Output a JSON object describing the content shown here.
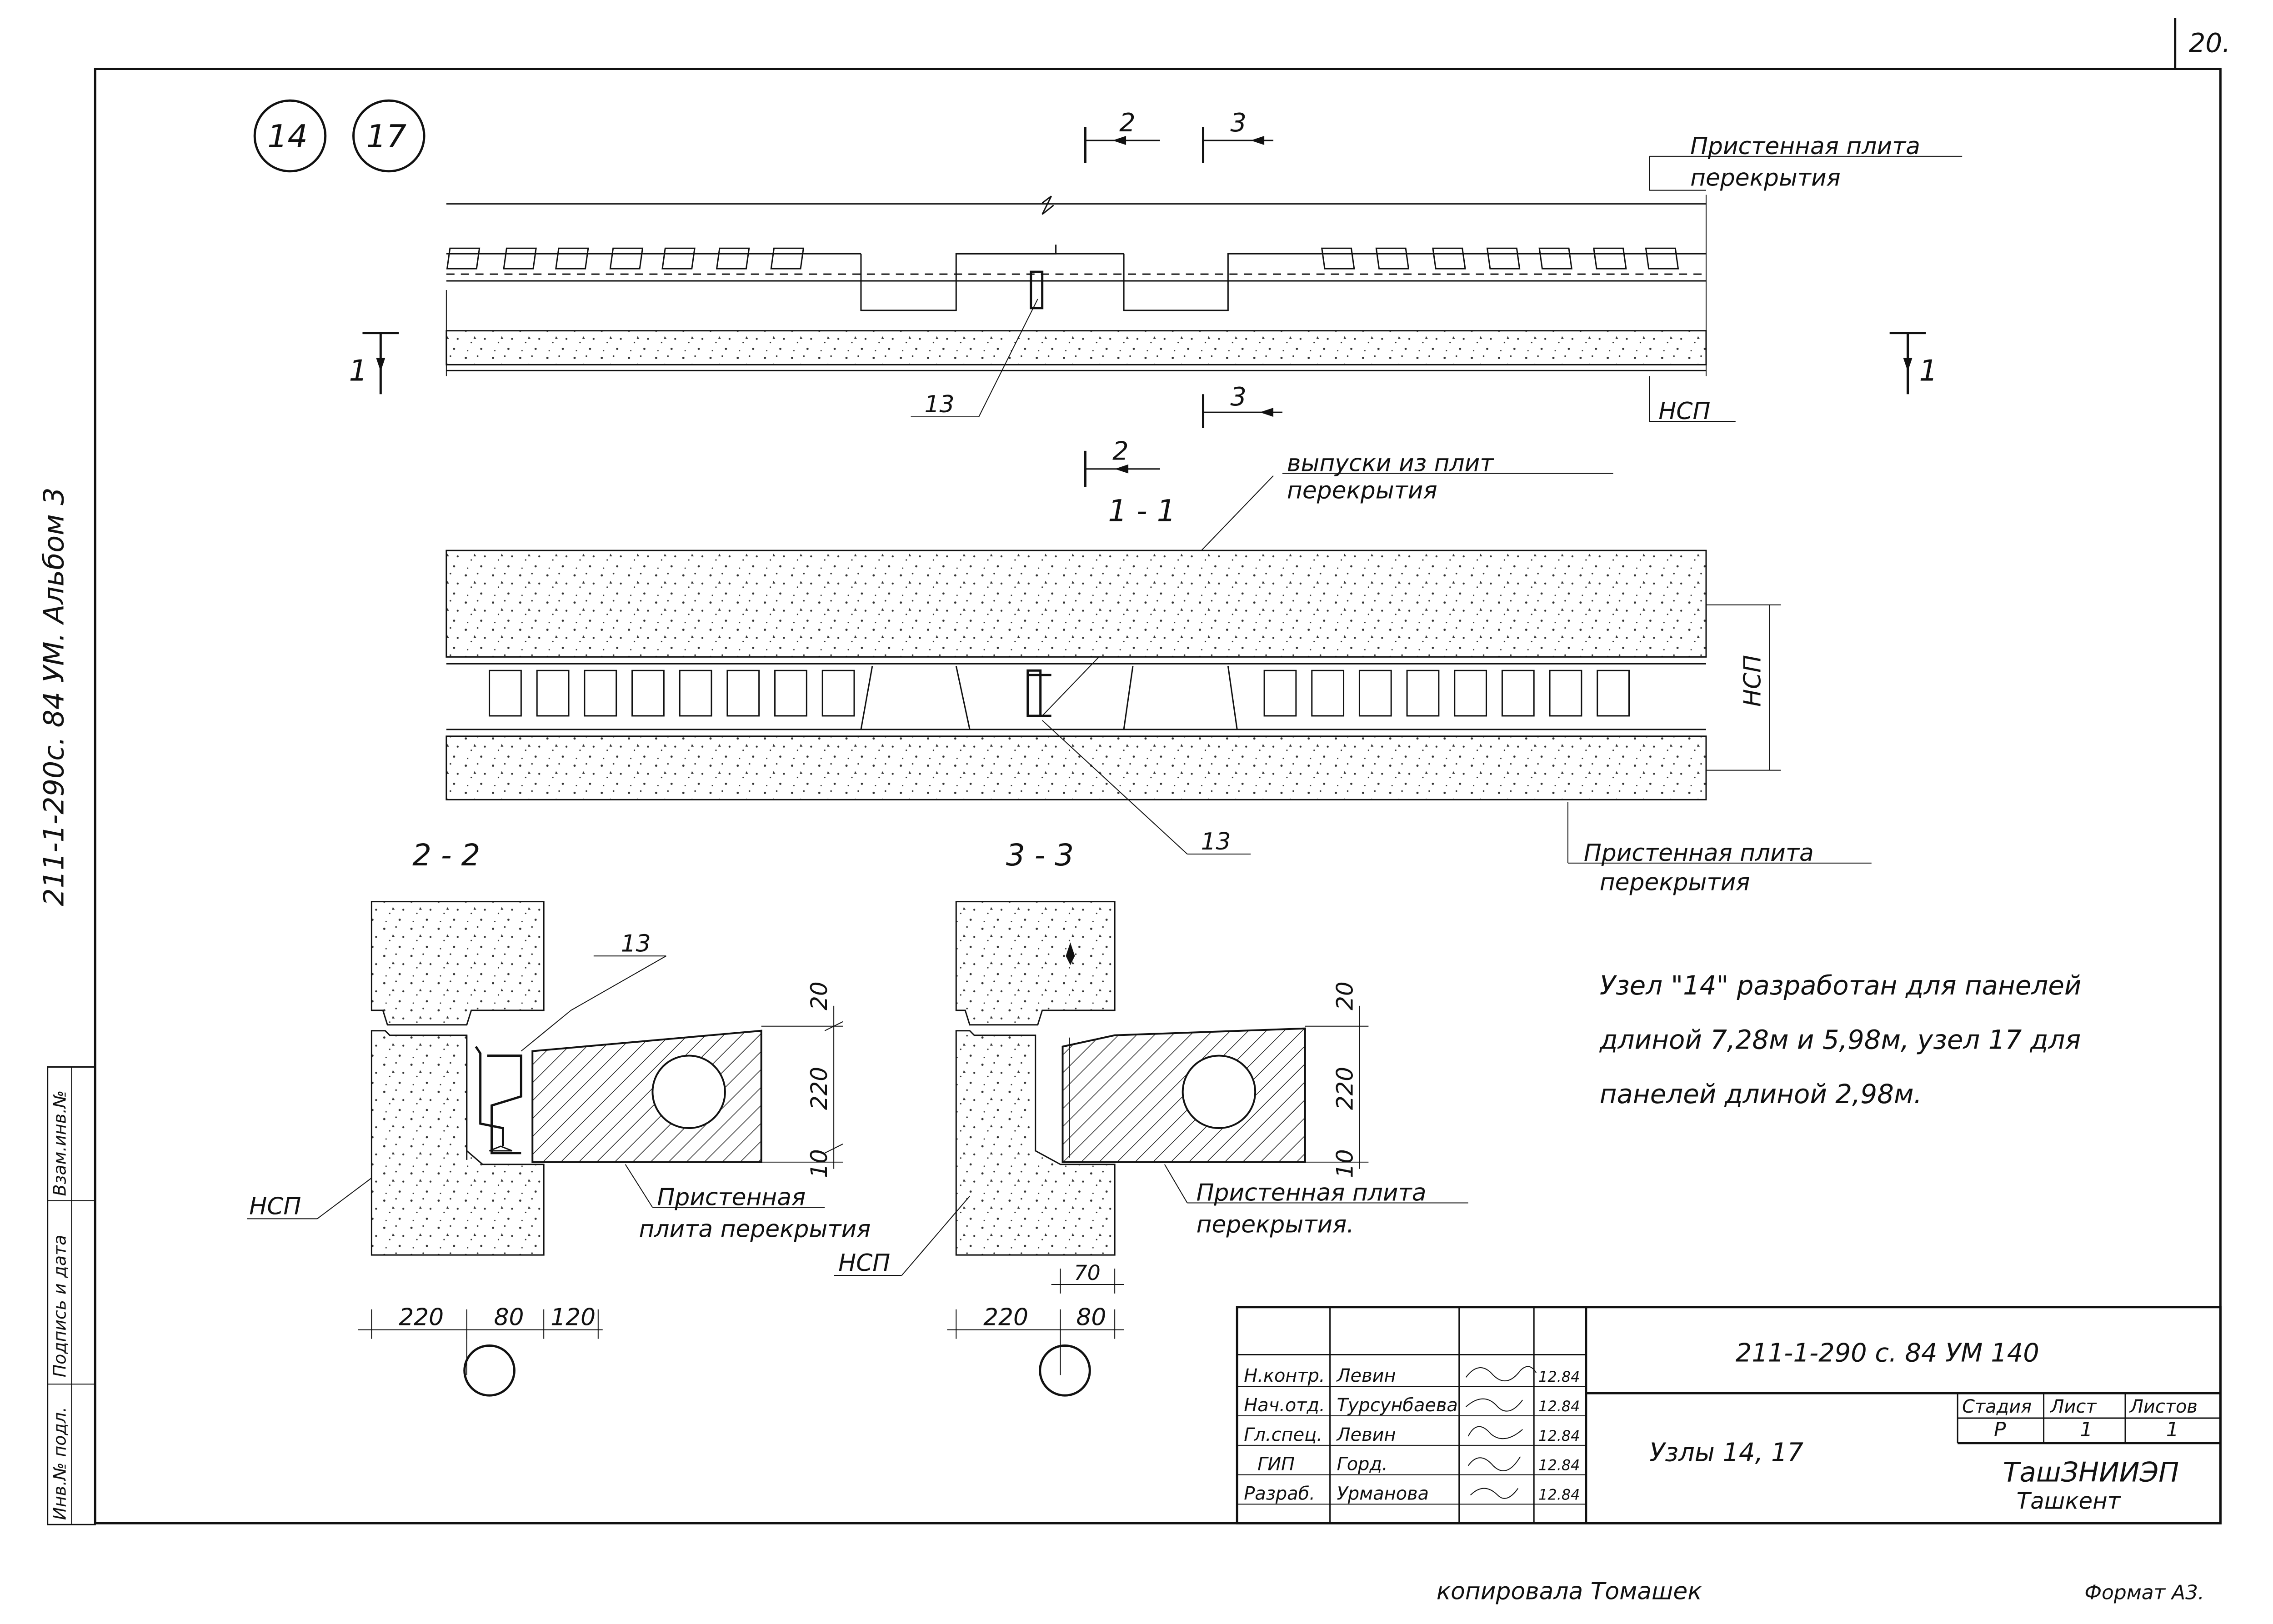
{
  "sheet_number": "20.",
  "node_marks": [
    "14",
    "17"
  ],
  "album_label": "211-1-290с. 84   УМ.   Альбом 3",
  "section_labels": {
    "s11": "1 - 1",
    "s22": "2 - 2",
    "s33": "3 - 3",
    "cut1": "1",
    "cut2": "2",
    "cut3": "3"
  },
  "callouts": {
    "wall_slab_top_1": "Пристенная плита",
    "wall_slab_top_2": "перекрытия",
    "ncp": "НСП",
    "release_1": "выпуски из плит",
    "release_2": "перекрытия",
    "pos13": "13",
    "wall_slab_mid_1": "Пристенная плита",
    "wall_slab_mid_2": "перекрытия",
    "s22_slab_1": "Пристенная",
    "s22_slab_2": "плита перекрытия",
    "s33_slab_1": "Пристенная плита",
    "s33_slab_2": "перекрытия."
  },
  "dimensions": {
    "d20": "20",
    "d220": "220",
    "d10": "10",
    "d80": "80",
    "d120": "120",
    "d70": "70"
  },
  "note": [
    "Узел \"14\" разработан для панелей",
    "длиной 7,28м и 5,98м, узел 17 для",
    "панелей длиной 2,98м."
  ],
  "title_block": {
    "code": "211-1-290 с. 84     УМ  140",
    "name": "Узлы  14, 17",
    "stage_header": "Стадия",
    "sheet_header": "Лист",
    "sheets_header": "Листов",
    "stage": "Р",
    "sheet": "1",
    "sheets": "1",
    "org_1": "ТашЗНИИЭП",
    "org_2": "Ташкент",
    "staff": [
      {
        "role": "Н.контр.",
        "name": "Левин",
        "date": "12.84"
      },
      {
        "role": "Нач.отд.",
        "name": "Турсунбаева",
        "date": "12.84"
      },
      {
        "role": "Гл.спец.",
        "name": "Левин",
        "date": "12.84"
      },
      {
        "role": "ГИП",
        "name": "Горд.",
        "date": "12.84"
      },
      {
        "role": "Разраб.",
        "name": "Урманова",
        "date": "12.84"
      }
    ]
  },
  "side_stamp": [
    "Инв.№ подл.",
    "Подпись и дата",
    "Взам.инв.№"
  ],
  "footer": {
    "copied": "копировала  Томашек",
    "format": "Формат А3."
  }
}
